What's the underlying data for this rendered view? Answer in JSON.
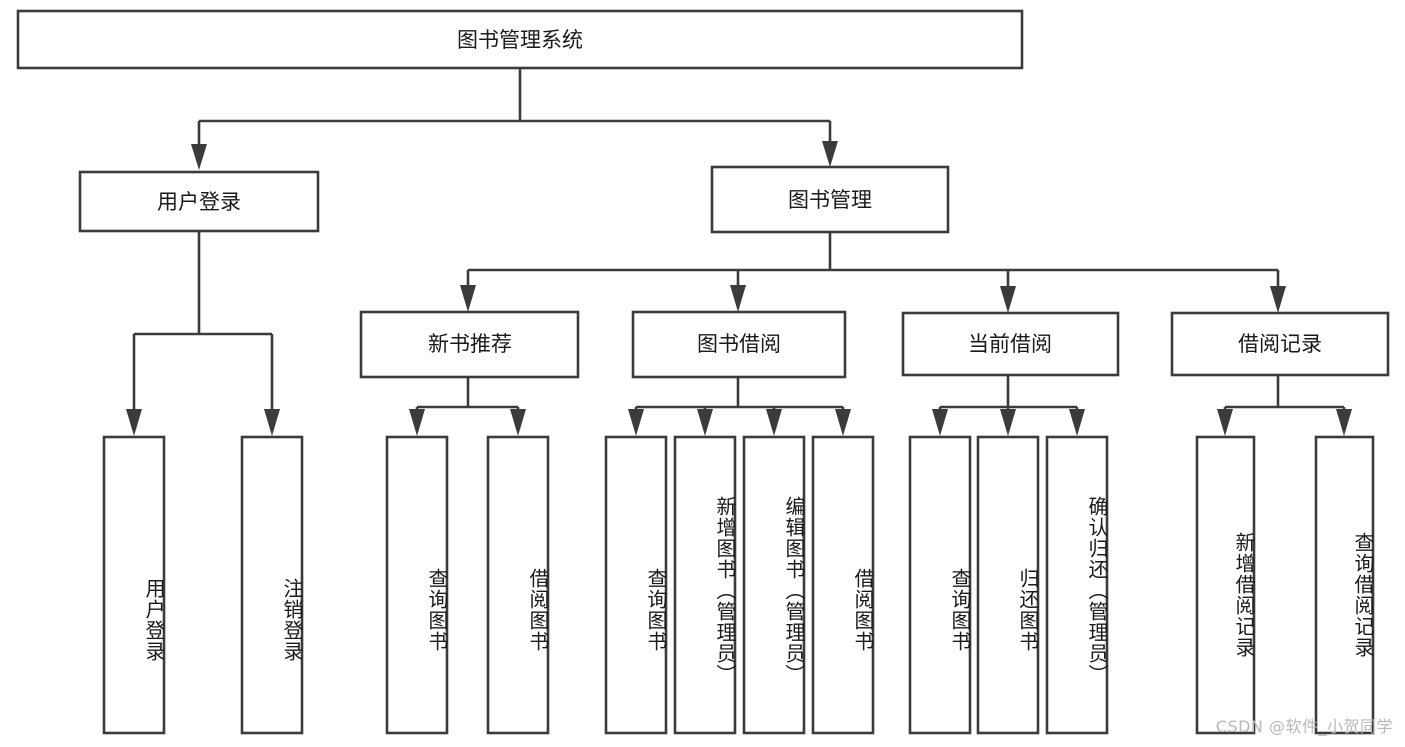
{
  "diagram": {
    "type": "tree",
    "title": "图书管理系统",
    "watermark": "CSDN @软件_小贺同学",
    "nodes": {
      "root": {
        "label": "图书管理系统",
        "level": 1
      },
      "login": {
        "label": "用户登录",
        "level": 2
      },
      "book_mgmt": {
        "label": "图书管理",
        "level": 2
      },
      "new_book_rec": {
        "label": "新书推荐",
        "level": 3
      },
      "book_borrow": {
        "label": "图书借阅",
        "level": 3
      },
      "current_borrow": {
        "label": "当前借阅",
        "level": 3
      },
      "borrow_record": {
        "label": "借阅记录",
        "level": 3
      },
      "leaf_user_login": {
        "label": "用户登录",
        "level": 4
      },
      "leaf_logout": {
        "label": "注销登录",
        "level": 4
      },
      "leaf_query_book_1": {
        "label": "查询图书",
        "level": 4
      },
      "leaf_borrow_book_1": {
        "label": "借阅图书",
        "level": 4
      },
      "leaf_query_book_2": {
        "label": "查询图书",
        "level": 4
      },
      "leaf_add_book": {
        "label": "新增图书（管理员）",
        "level": 4
      },
      "leaf_edit_book": {
        "label": "编辑图书（管理员）",
        "level": 4
      },
      "leaf_borrow_book_2": {
        "label": "借阅图书",
        "level": 4
      },
      "leaf_query_book_3": {
        "label": "查询图书",
        "level": 4
      },
      "leaf_return_book": {
        "label": "归还图书",
        "level": 4
      },
      "leaf_confirm_return": {
        "label": "确认归还（管理员）",
        "level": 4
      },
      "leaf_add_record": {
        "label": "新增借阅记录",
        "level": 4
      },
      "leaf_query_record": {
        "label": "查询借阅记录",
        "level": 4
      }
    },
    "edges": [
      {
        "from": "root",
        "to": "login"
      },
      {
        "from": "root",
        "to": "book_mgmt"
      },
      {
        "from": "login",
        "to": "leaf_user_login"
      },
      {
        "from": "login",
        "to": "leaf_logout"
      },
      {
        "from": "book_mgmt",
        "to": "new_book_rec"
      },
      {
        "from": "book_mgmt",
        "to": "book_borrow"
      },
      {
        "from": "book_mgmt",
        "to": "current_borrow"
      },
      {
        "from": "book_mgmt",
        "to": "borrow_record"
      },
      {
        "from": "new_book_rec",
        "to": "leaf_query_book_1"
      },
      {
        "from": "new_book_rec",
        "to": "leaf_borrow_book_1"
      },
      {
        "from": "book_borrow",
        "to": "leaf_query_book_2"
      },
      {
        "from": "book_borrow",
        "to": "leaf_add_book"
      },
      {
        "from": "book_borrow",
        "to": "leaf_edit_book"
      },
      {
        "from": "book_borrow",
        "to": "leaf_borrow_book_2"
      },
      {
        "from": "current_borrow",
        "to": "leaf_query_book_3"
      },
      {
        "from": "current_borrow",
        "to": "leaf_return_book"
      },
      {
        "from": "current_borrow",
        "to": "leaf_confirm_return"
      },
      {
        "from": "borrow_record",
        "to": "leaf_add_record"
      },
      {
        "from": "borrow_record",
        "to": "leaf_query_record"
      }
    ],
    "colors": {
      "stroke": "#3b3b3b",
      "fill": "#ffffff",
      "text": "#1a1a1a",
      "watermark": "#b9b9b9"
    }
  }
}
